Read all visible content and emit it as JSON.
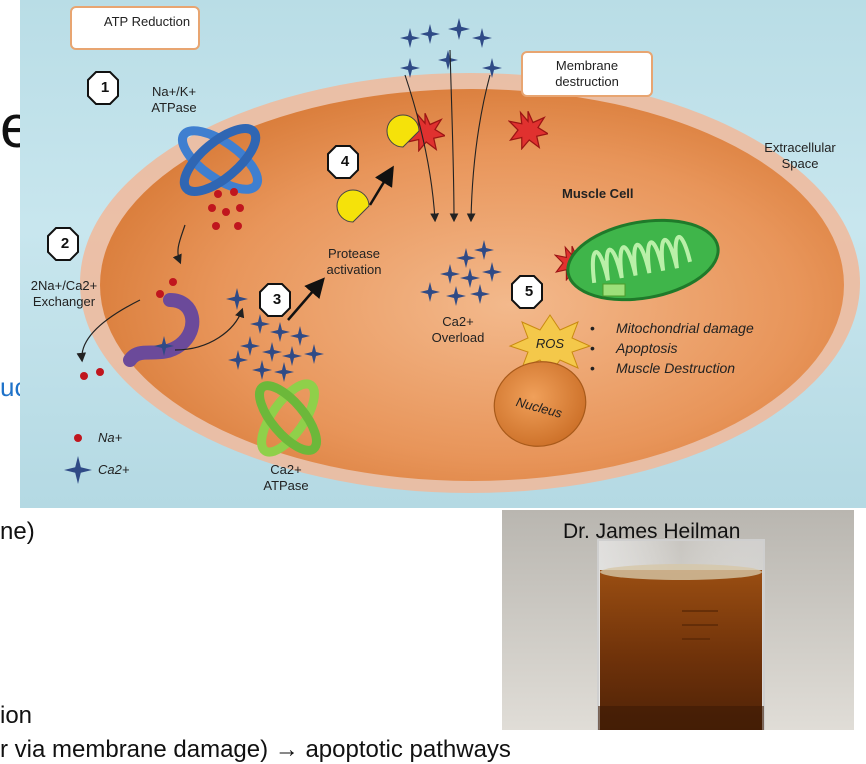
{
  "slide_fragments": {
    "title_tail": "e",
    "link_tail": "uch",
    "line_a": "ne)",
    "line_b": "ion",
    "line_c": "r via membrane damage) → apoptotic pathways"
  },
  "diagram": {
    "atp_reduction": "ATP Reduction",
    "membrane_destruction": "Membrane destruction",
    "extracellular_space": "Extracellular Space",
    "muscle_cell": "Muscle Cell",
    "steps": {
      "s1": "1",
      "s2": "2",
      "s3": "3",
      "s4": "4",
      "s5": "5"
    },
    "na_k_atpase": "Na+/K+ ATPase",
    "exchanger": "2Na+/Ca2+ Exchanger",
    "protease_activation": "Protease activation",
    "ca_overload": "Ca2+ Overload",
    "ros": "ROS",
    "nucleus": "Nucleus",
    "ca_atpase": "Ca2+ ATPase",
    "outcomes": [
      "Mitochondrial damage",
      "Apoptosis",
      "Muscle Destruction"
    ],
    "legend": {
      "na": "Na+",
      "ca": "Ca2+"
    },
    "colors": {
      "cell": "#e8955a",
      "membrane": "#f1b99a",
      "na_dot": "#c0161e",
      "ca_star": "#2f4a86",
      "atpase_blue": "#3f7fd0",
      "atpase_green": "#8fd04a",
      "mitochondrion": "#3fb54a",
      "protease": "#f5e20a",
      "bubble_border": "#e8a571"
    }
  },
  "photo": {
    "credit": "Dr. James Heilman"
  }
}
